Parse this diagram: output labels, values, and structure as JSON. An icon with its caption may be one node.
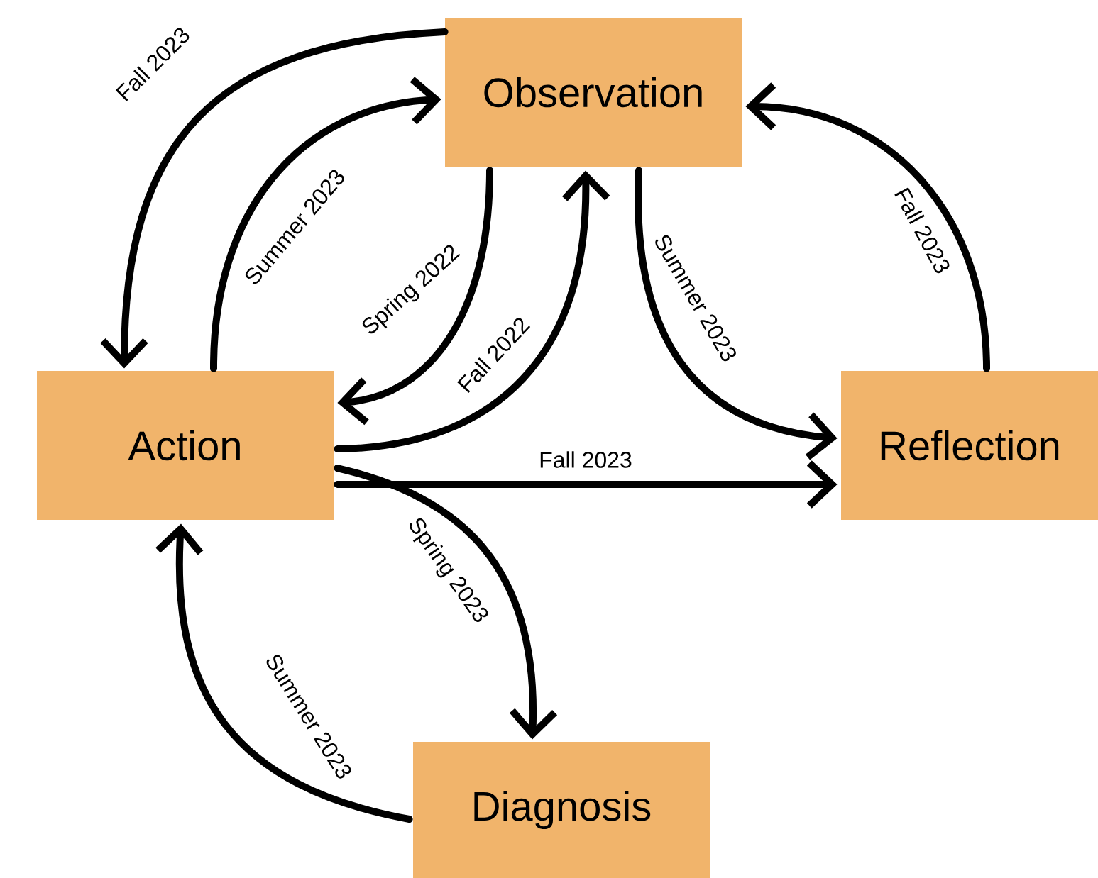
{
  "diagram": {
    "nodes": [
      {
        "text": [
          "Observation"
        ]
      },
      {
        "text": [
          "Action"
        ]
      },
      {
        "text": [
          "Reflection"
        ]
      },
      {
        "text": [
          "Diagnosis"
        ]
      }
    ],
    "edges": [
      {
        "from": 0,
        "to": 1,
        "arrow": "to",
        "label": "Fall 2023"
      },
      {
        "from": 1,
        "to": 0,
        "arrow": "to",
        "label": "Summer 2023"
      },
      {
        "from": 0,
        "to": 1,
        "arrow": "to",
        "label": "Spring 2022"
      },
      {
        "from": 1,
        "to": 0,
        "arrow": "to",
        "label": "Fall 2022"
      },
      {
        "from": 0,
        "to": 2,
        "arrow": "to",
        "label": "Summer 2023"
      },
      {
        "from": 2,
        "to": 0,
        "arrow": "to",
        "label": "Fall 2023"
      },
      {
        "from": 1,
        "to": 2,
        "arrow": "to",
        "label": "Fall 2023"
      },
      {
        "from": 1,
        "to": 3,
        "arrow": "to",
        "label": "Spring 2023"
      },
      {
        "from": 3,
        "to": 1,
        "arrow": "to",
        "label": "Summer 2023"
      }
    ]
  }
}
